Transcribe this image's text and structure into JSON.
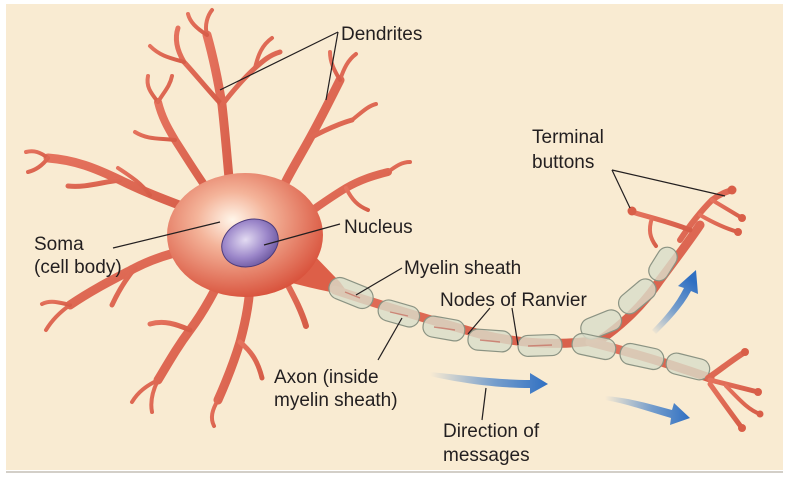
{
  "colors": {
    "background": "#f9ebd2",
    "neuron": "#e8735c",
    "neuron_dark": "#c94a37",
    "myelin": "#d9ddc9",
    "nucleus": "#9b86c9",
    "arrow": "#3d7cc9"
  },
  "labels": {
    "dendrites": "Dendrites",
    "terminal_line1": "Terminal",
    "terminal_line2": "buttons",
    "soma_line1": "Soma",
    "soma_line2": "(cell body)",
    "nucleus": "Nucleus",
    "myelin_sheath": "Myelin sheath",
    "nodes_of_ranvier": "Nodes of Ranvier",
    "axon_line1": "Axon (inside",
    "axon_line2": "myelin sheath)",
    "direction_line1": "Direction of",
    "direction_line2": "messages"
  }
}
